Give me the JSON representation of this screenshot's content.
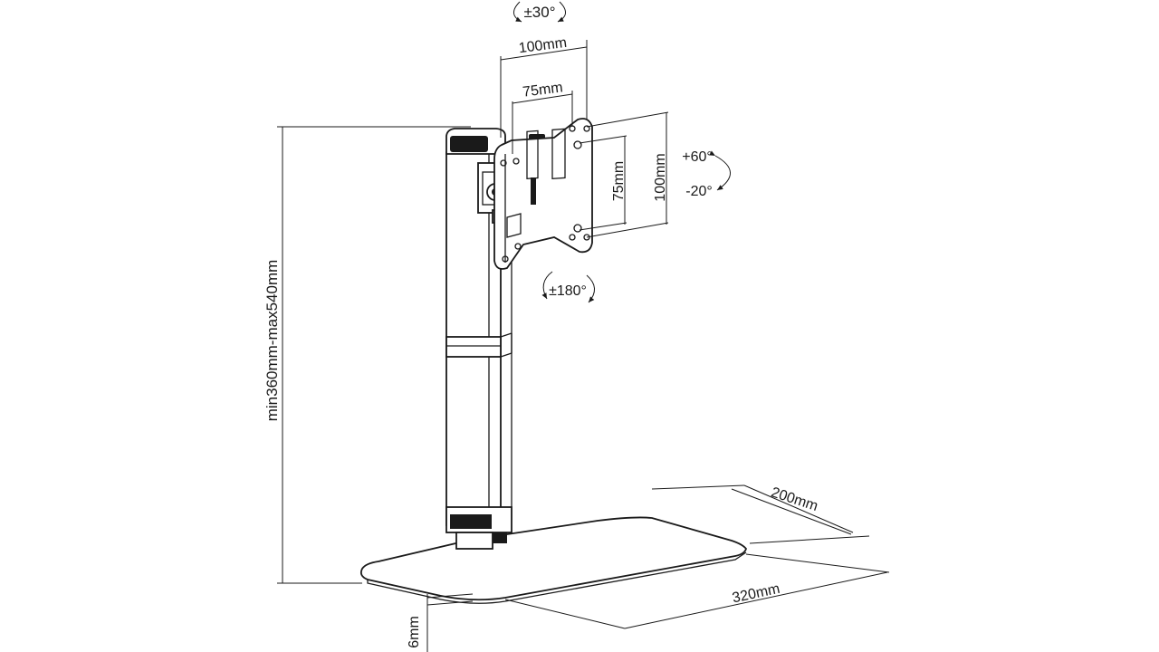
{
  "dimensions": {
    "swivel": "±30°",
    "vesa_outer_width": "100mm",
    "vesa_inner_width": "75mm",
    "vesa_inner_height": "75mm",
    "vesa_outer_height": "100mm",
    "tilt_up": "+60°",
    "tilt_down": "-20°",
    "rotation": "±180°",
    "height_range": "min360mm-max540mm",
    "base_depth": "200mm",
    "base_width": "320mm",
    "base_thickness": "6mm"
  },
  "colors": {
    "line": "#1a1a1a",
    "background": "#ffffff"
  },
  "icons": [
    "swivel-arrow-icon",
    "tilt-arrow-icon",
    "rotation-arrow-icon"
  ]
}
